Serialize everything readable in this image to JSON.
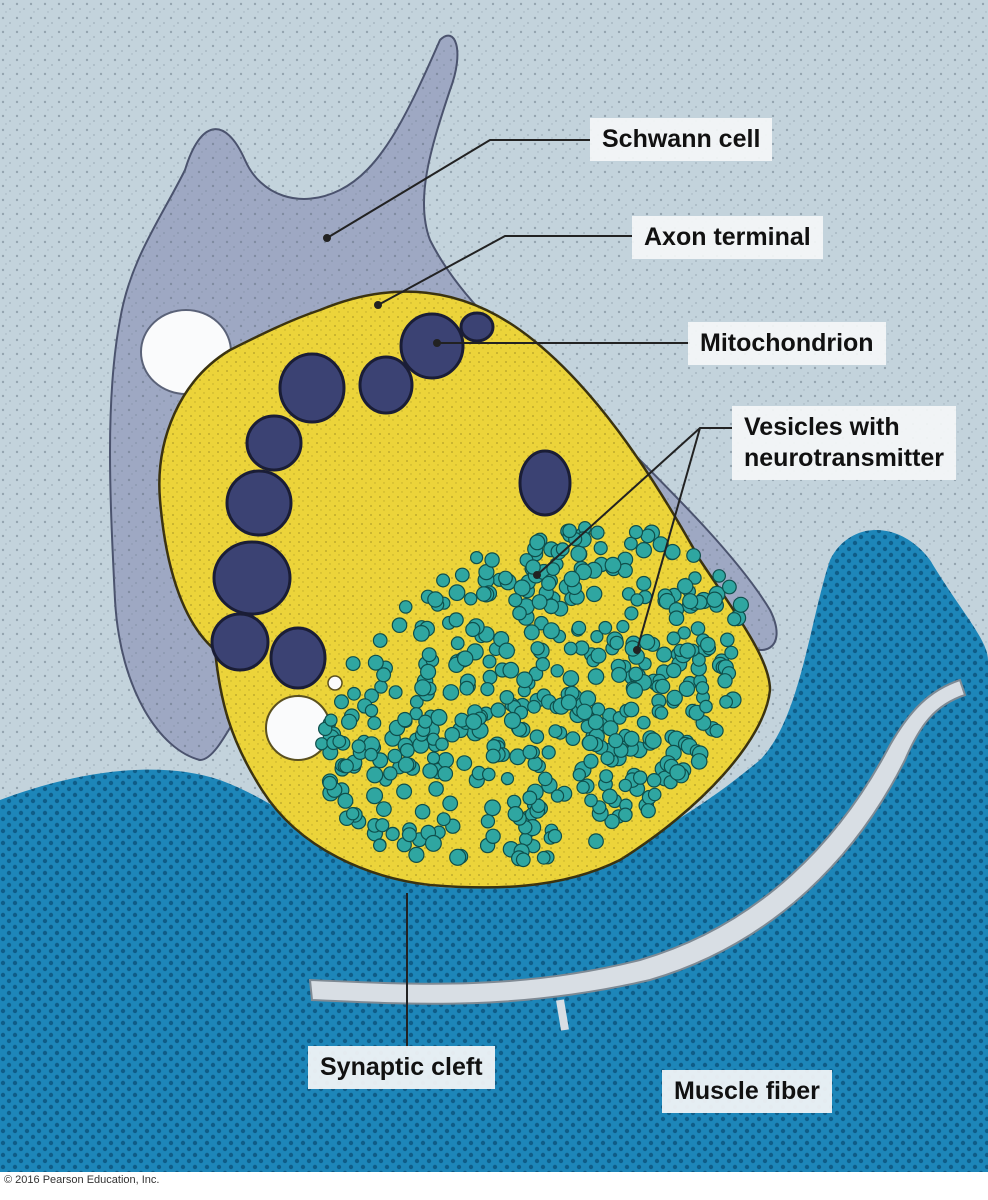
{
  "labels": {
    "schwann_cell": "Schwann cell",
    "axon_terminal": "Axon terminal",
    "mitochondrion": "Mitochondrion",
    "vesicles_line1": "Vesicles with",
    "vesicles_line2": "neurotransmitter",
    "synaptic_cleft": "Synaptic cleft",
    "muscle_fiber": "Muscle fiber"
  },
  "copyright": "© 2016 Pearson Education, Inc.",
  "colors": {
    "background": "#c3d3dc",
    "schwann_cell": "#9ea8c3",
    "axon_terminal": "#ecd43a",
    "mitochondrion": "#3b4273",
    "vesicle": "#2fa6a1",
    "muscle_fiber": "#1d86b9",
    "synaptic_cleft": "#d8dee4"
  }
}
